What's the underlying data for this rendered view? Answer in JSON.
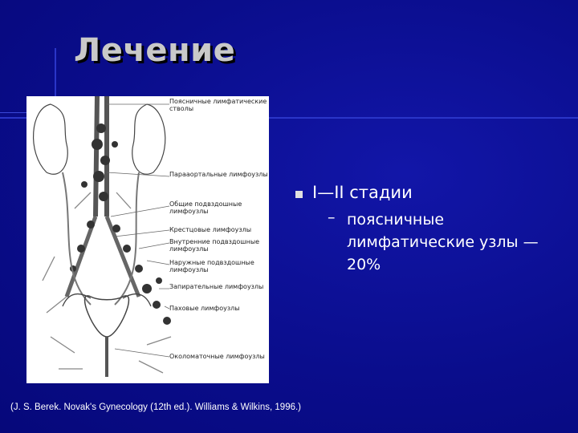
{
  "slide": {
    "title": "Лечение",
    "bullet": "I—II стадии",
    "sub_bullet_dash": "–",
    "sub_bullet": "поясничные лимфатические узлы — 20%",
    "caption": "(J. S. Berek. Novak's Gynecology (12th ed.). Williams & Wilkins, 1996.)"
  },
  "figure": {
    "labels": [
      "Поясничные лимфатические стволы",
      "Парааортальные лимфоузлы",
      "Общие подвздошные лимфоузлы",
      "Крестцовые лимфоузлы",
      "Внутренние подвздошные лимфоузлы",
      "Наружные подвздошные лимфоузлы",
      "Запирательные лимфоузлы",
      "Паховые лимфоузлы",
      "Околоматочные лимфоузлы"
    ]
  },
  "colors": {
    "background": "#0a0d8c",
    "title": "#c9c9c9",
    "text": "#ffffff"
  }
}
